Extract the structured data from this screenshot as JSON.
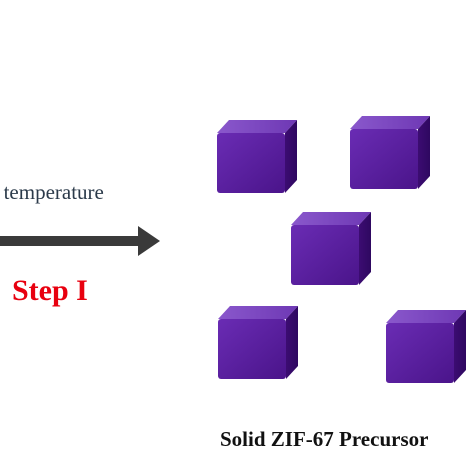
{
  "reaction": {
    "condition_text": "m temperature",
    "step_label": "Step I",
    "step_color": "#e8000f",
    "arrow_color": "#3a3a3a"
  },
  "product": {
    "label": "Solid ZIF-67 Precursor",
    "cube_count": 5,
    "cube_colors": {
      "front": "#5a1e9e",
      "top": "#7a44c2",
      "side": "#3f0f78"
    }
  }
}
